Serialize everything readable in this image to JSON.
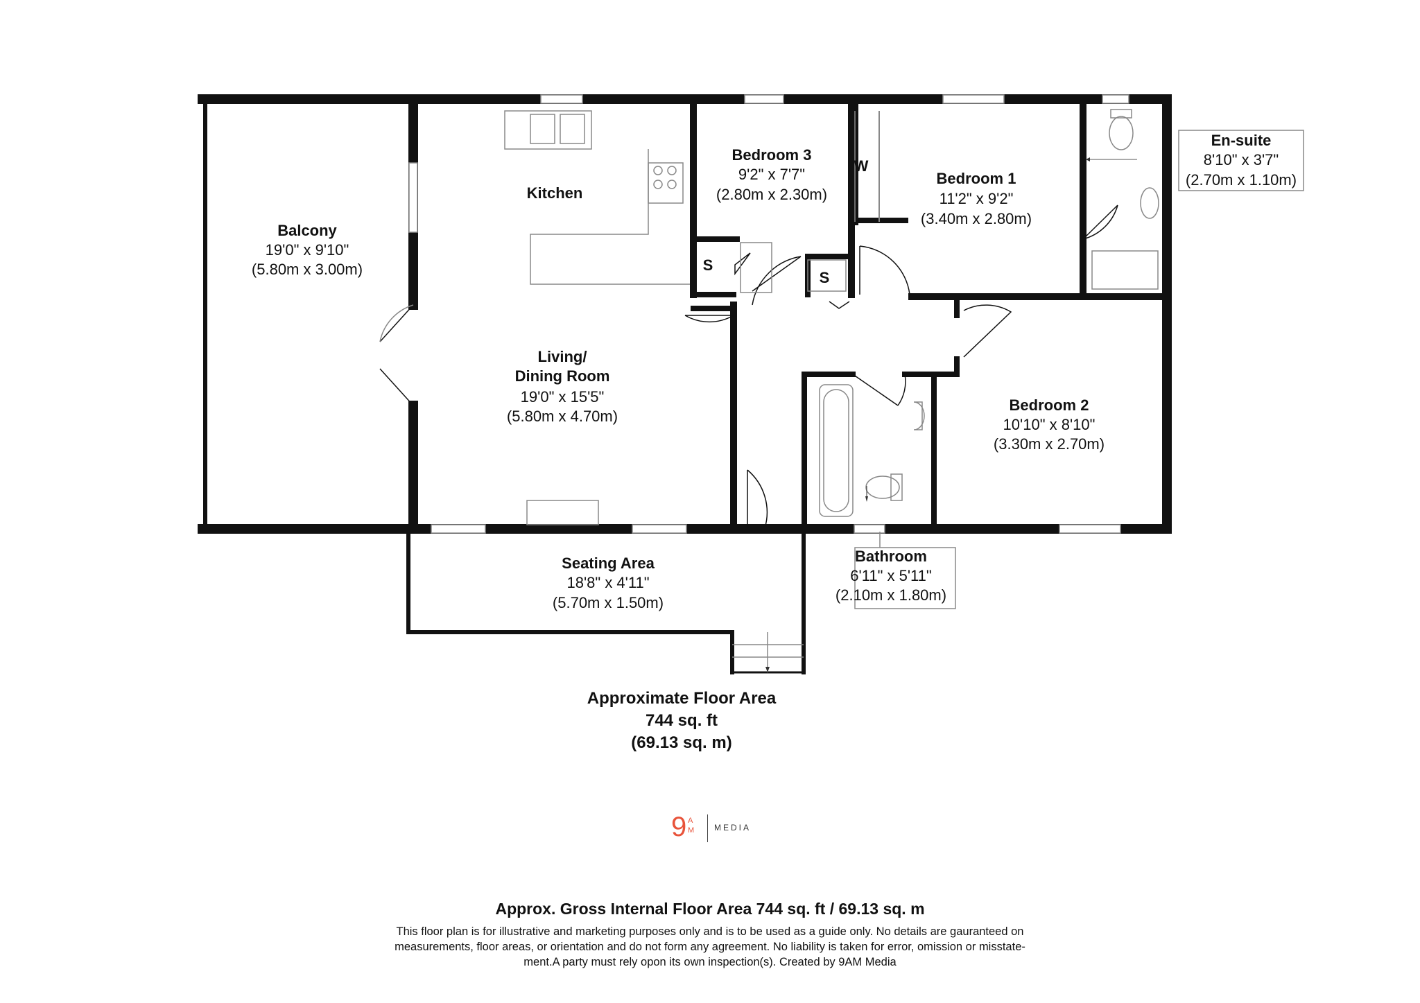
{
  "rooms": {
    "balcony": {
      "name": "Balcony",
      "imperial": "19'0\" x 9'10\"",
      "metric": "(5.80m x 3.00m)"
    },
    "kitchen": {
      "name": "Kitchen"
    },
    "living": {
      "name1": "Living/",
      "name2": "Dining Room",
      "imperial": "19'0\" x 15'5\"",
      "metric": "(5.80m x 4.70m)"
    },
    "bedroom3": {
      "name": "Bedroom 3",
      "imperial": "9'2\" x 7'7\"",
      "metric": "(2.80m x 2.30m)"
    },
    "bedroom1": {
      "name": "Bedroom 1",
      "imperial": "11'2\" x 9'2\"",
      "metric": "(3.40m x 2.80m)"
    },
    "ensuite": {
      "name": "En-suite",
      "imperial": "8'10\" x 3'7\"",
      "metric": "(2.70m x 1.10m)"
    },
    "bedroom2": {
      "name": "Bedroom 2",
      "imperial": "10'10\" x 8'10\"",
      "metric": "(3.30m x 2.70m)"
    },
    "bathroom": {
      "name": "Bathroom",
      "imperial": "6'11\" x 5'11\"",
      "metric": "(2.10m x 1.80m)"
    },
    "seating": {
      "name": "Seating Area",
      "imperial": "18'8\" x 4'11\"",
      "metric": "(5.70m x 1.50m)"
    },
    "wardrobe": {
      "name": "W"
    },
    "store1": {
      "name": "S"
    },
    "store2": {
      "name": "S"
    }
  },
  "floor_area": {
    "title": "Approximate Floor Area",
    "sqft": "744 sq. ft",
    "sqm": "(69.13 sq. m)"
  },
  "logo": {
    "nine": "9",
    "a": "A",
    "m": "M",
    "media": "MEDIA"
  },
  "footer": {
    "title": "Approx. Gross Internal Floor Area 744 sq. ft / 69.13 sq. m",
    "line1": "This floor plan is for illustrative and marketing purposes only and is to be used as a guide only. No details are gauranteed on",
    "line2": "measurements, floor areas, or orientation and do not form any agreement. No liability is taken for error, omission or misstate-",
    "line3": "ment.A party must rely opon its own inspection(s). Created by 9AM Media"
  },
  "colors": {
    "wall": "#111111",
    "accent": "#e8533a",
    "fixture": "#888888"
  }
}
